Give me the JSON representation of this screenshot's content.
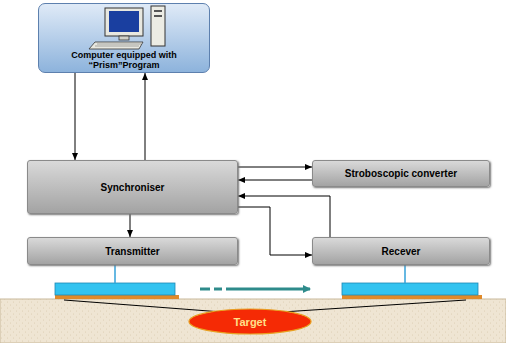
{
  "diagram": {
    "nodes": [
      {
        "text": [
          "Computer equipped with “Prism”Program"
        ]
      },
      {
        "text": [
          "Synchroniser"
        ]
      },
      {
        "text": [
          "Stroboscopic converter"
        ]
      },
      {
        "text": [
          "Transmitter"
        ]
      },
      {
        "text": [
          "Recever"
        ]
      },
      {
        "text": [
          "Target"
        ]
      }
    ],
    "edges": [
      {
        "from": 0,
        "to": 1,
        "arrow": "to"
      },
      {
        "from": 1,
        "to": 0,
        "arrow": "to"
      },
      {
        "from": 1,
        "to": 2,
        "arrow": "to"
      },
      {
        "from": 2,
        "to": 1,
        "arrow": "to"
      },
      {
        "from": 1,
        "to": 3,
        "arrow": "to"
      },
      {
        "from": 4,
        "to": 1,
        "arrow": "to"
      },
      {
        "from": 1,
        "to": 4,
        "arrow": "to"
      }
    ]
  }
}
